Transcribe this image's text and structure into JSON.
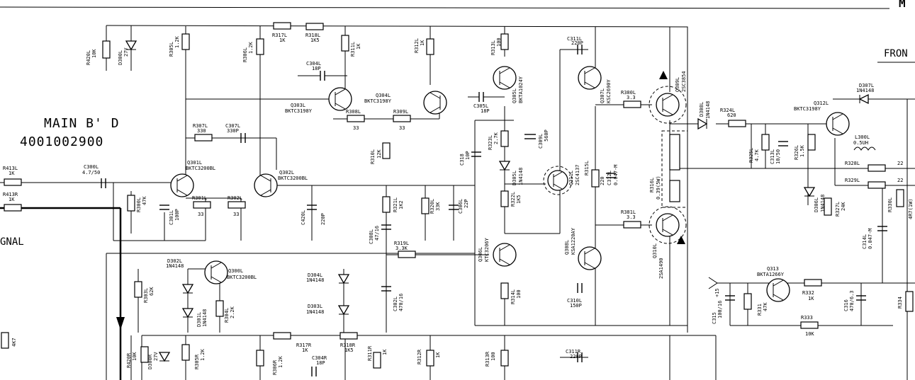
{
  "board": {
    "title": "MAIN B' D",
    "part_no": "4001002900",
    "corner_mark": "M",
    "front_label": "FRON",
    "signal_label": "GNAL",
    "supply_label": "+15"
  },
  "labels": {
    "R420L": "R420L",
    "R420L_v": "10K",
    "D300L": "D300L",
    "D300L_v": "27V",
    "R305L": "R305L",
    "R305L_v": "1.2K",
    "R306L": "R306L",
    "R306L_v": "1.2K",
    "R317L": "R317L",
    "R317L_v": "1K",
    "R318L": "R318L",
    "R318L_v": "1K5",
    "R311L": "R311L",
    "R311L_v": "1K",
    "R312L": "R312L",
    "R312L_v": "1K",
    "R313L": "R313L",
    "R313L_v": "100",
    "C311L": "C311L",
    "C311L_v": "220P",
    "C304L": "C304L",
    "C304L_v": "18P",
    "Q303L": "Q303L",
    "Q303L_v": "BKTC3198Y",
    "Q304L": "Q304L",
    "Q304L_v": "BKTC3198Y",
    "Q305L": "Q305L",
    "Q305L_v": "BKTA1024Y",
    "Q307L": "Q307L",
    "Q307L_v": "KSC2690Y",
    "Q309L": "Q309L",
    "Q309L_v": "2SC3854",
    "C305L": "C305L",
    "C305L_v": "18P",
    "R307L": "R307L",
    "R307L_v": "330",
    "C307L": "C307L",
    "C307L_v": "330P",
    "R308L": "R308L",
    "R308L_v": "33",
    "R309L": "R309L",
    "R309L_v": "33",
    "R323L": "R323L",
    "R323L_v": "2.7K",
    "C309L": "C309L",
    "C309L_v": "560P",
    "R380L": "R380L",
    "R380L_v": "3.3",
    "D308L": "D308L",
    "D308L_v": "1N4148",
    "R324L": "R324L",
    "R324L_v": "620",
    "D307L": "D307L",
    "D307L_v": "1N4148",
    "Q312L": "Q312L",
    "Q312L_v": "BKTC3198Y",
    "L300L": "L300L",
    "L300L_v": "0.5UH",
    "R310L": "R310L",
    "R310L_v": "12K",
    "C318": "C318",
    "C318_v": "10P",
    "D305L": "D305L",
    "D305L_v": "1N4148",
    "Q311L": "Q311L",
    "Q311L_v": "2SC4137",
    "R315L": "R315L",
    "R315L_v": "220",
    "C312L": "C312L",
    "C312L_v": "0.047-M",
    "R316L": "R316L",
    "R316L_v": "0.39(5W)",
    "R325L": "R325L",
    "R325L_v": "4.7K",
    "C313L": "C313L",
    "C313L_v": "10/50",
    "R326L": "R326L",
    "R326L_v": "1.5K",
    "R328L": "R328L",
    "R328L_v": "22",
    "R329L": "R329L",
    "R329L_v": "22",
    "R413L": "R413L",
    "R413L_v": "1K",
    "R413R": "R413R",
    "R413R_v": "1K",
    "C300L": "C300L",
    "C300L_v": "4.7/50",
    "Q301L": "Q301L",
    "Q301L_v": "BKTC3200BL",
    "Q302L": "Q302L",
    "Q302L_v": "BKTC3200BL",
    "R300L": "R300L",
    "R300L_v": "47K",
    "C301L": "C301L",
    "C301L_v": "100P",
    "R301L": "R301L",
    "R301L_v": "33",
    "R302L": "R302L",
    "R302L_v": "33",
    "C420L": "C420L",
    "C420L_v": "220P",
    "R321L": "R321L",
    "R321L_v": "1K2",
    "R320L": "R320L",
    "R320L_v": "33K",
    "C306L": "C306L",
    "C306L_v": "22P",
    "R322L": "R322L",
    "R322L_v": "1K5",
    "Q306L": "Q306L",
    "Q306L_v": "KTC3206Y",
    "D306L": "D306L",
    "D306L_v": "1N4148",
    "R327L": "R327L",
    "R327L_v": "24K",
    "R330L": "R330L",
    "R330L_v": "4R7(1W)",
    "R381L": "R381L",
    "R381L_v": "3.3",
    "Q308L": "Q308L",
    "Q308L_v": "KSA1220AY",
    "Q310L": "Q310L",
    "Q310L_v": "2SA1490",
    "C308L": "C308L",
    "C308L_v": "47/16",
    "R319L": "R319L",
    "R319L_v": "3.3K",
    "C314L": "C314L",
    "C314L_v": "0.047-M",
    "D302L": "D302L",
    "D302L_v": "1N4148",
    "Q300L": "Q300L",
    "Q300L_v": "BKTC3200BL",
    "D304L": "D304L",
    "D304L_v": "1N4148",
    "D303L": "D303L",
    "D303L_v": "1N4148",
    "R303L": "R303L",
    "R303L_v": "62K",
    "D301L": "D301L",
    "D301L_v": "1N4148",
    "R304L": "R304L",
    "R304L_v": "2.2K",
    "C302L": "C302L",
    "C302L_v": "470/16",
    "R314L": "R314L",
    "R314L_v": "100",
    "C310L": "C310L",
    "C310L_v": "150P",
    "Q313": "Q313",
    "Q313_v": "BKTA1266Y",
    "R332": "R332",
    "R332_v": "1K",
    "C315": "C315",
    "C315_v": "100/16",
    "R331": "R331",
    "R331_v": "47K",
    "R333": "R333",
    "R333_v": "10K",
    "C316": "C316",
    "C316_v": "470/6.3",
    "R334": "R334",
    "R4K7": "4K7",
    "R420R": "R420R",
    "R420R_v": "10K",
    "D300R": "D300R",
    "D300R_v": "27V",
    "R305R": "R305R",
    "R305R_v": "1.2K",
    "R306R": "R306R",
    "R306R_v": "1.2K",
    "R317R": "R317R",
    "R317R_v": "1K",
    "R318R": "R318R",
    "R318R_v": "1K5",
    "C304R": "C304R",
    "C304R_v": "18P",
    "R311R": "R311R",
    "R311R_v": "1K",
    "R312R": "R312R",
    "R312R_v": "1K",
    "R313R": "R313R",
    "R313R_v": "100",
    "C311R": "C311R",
    "C311R_v": "220P"
  }
}
